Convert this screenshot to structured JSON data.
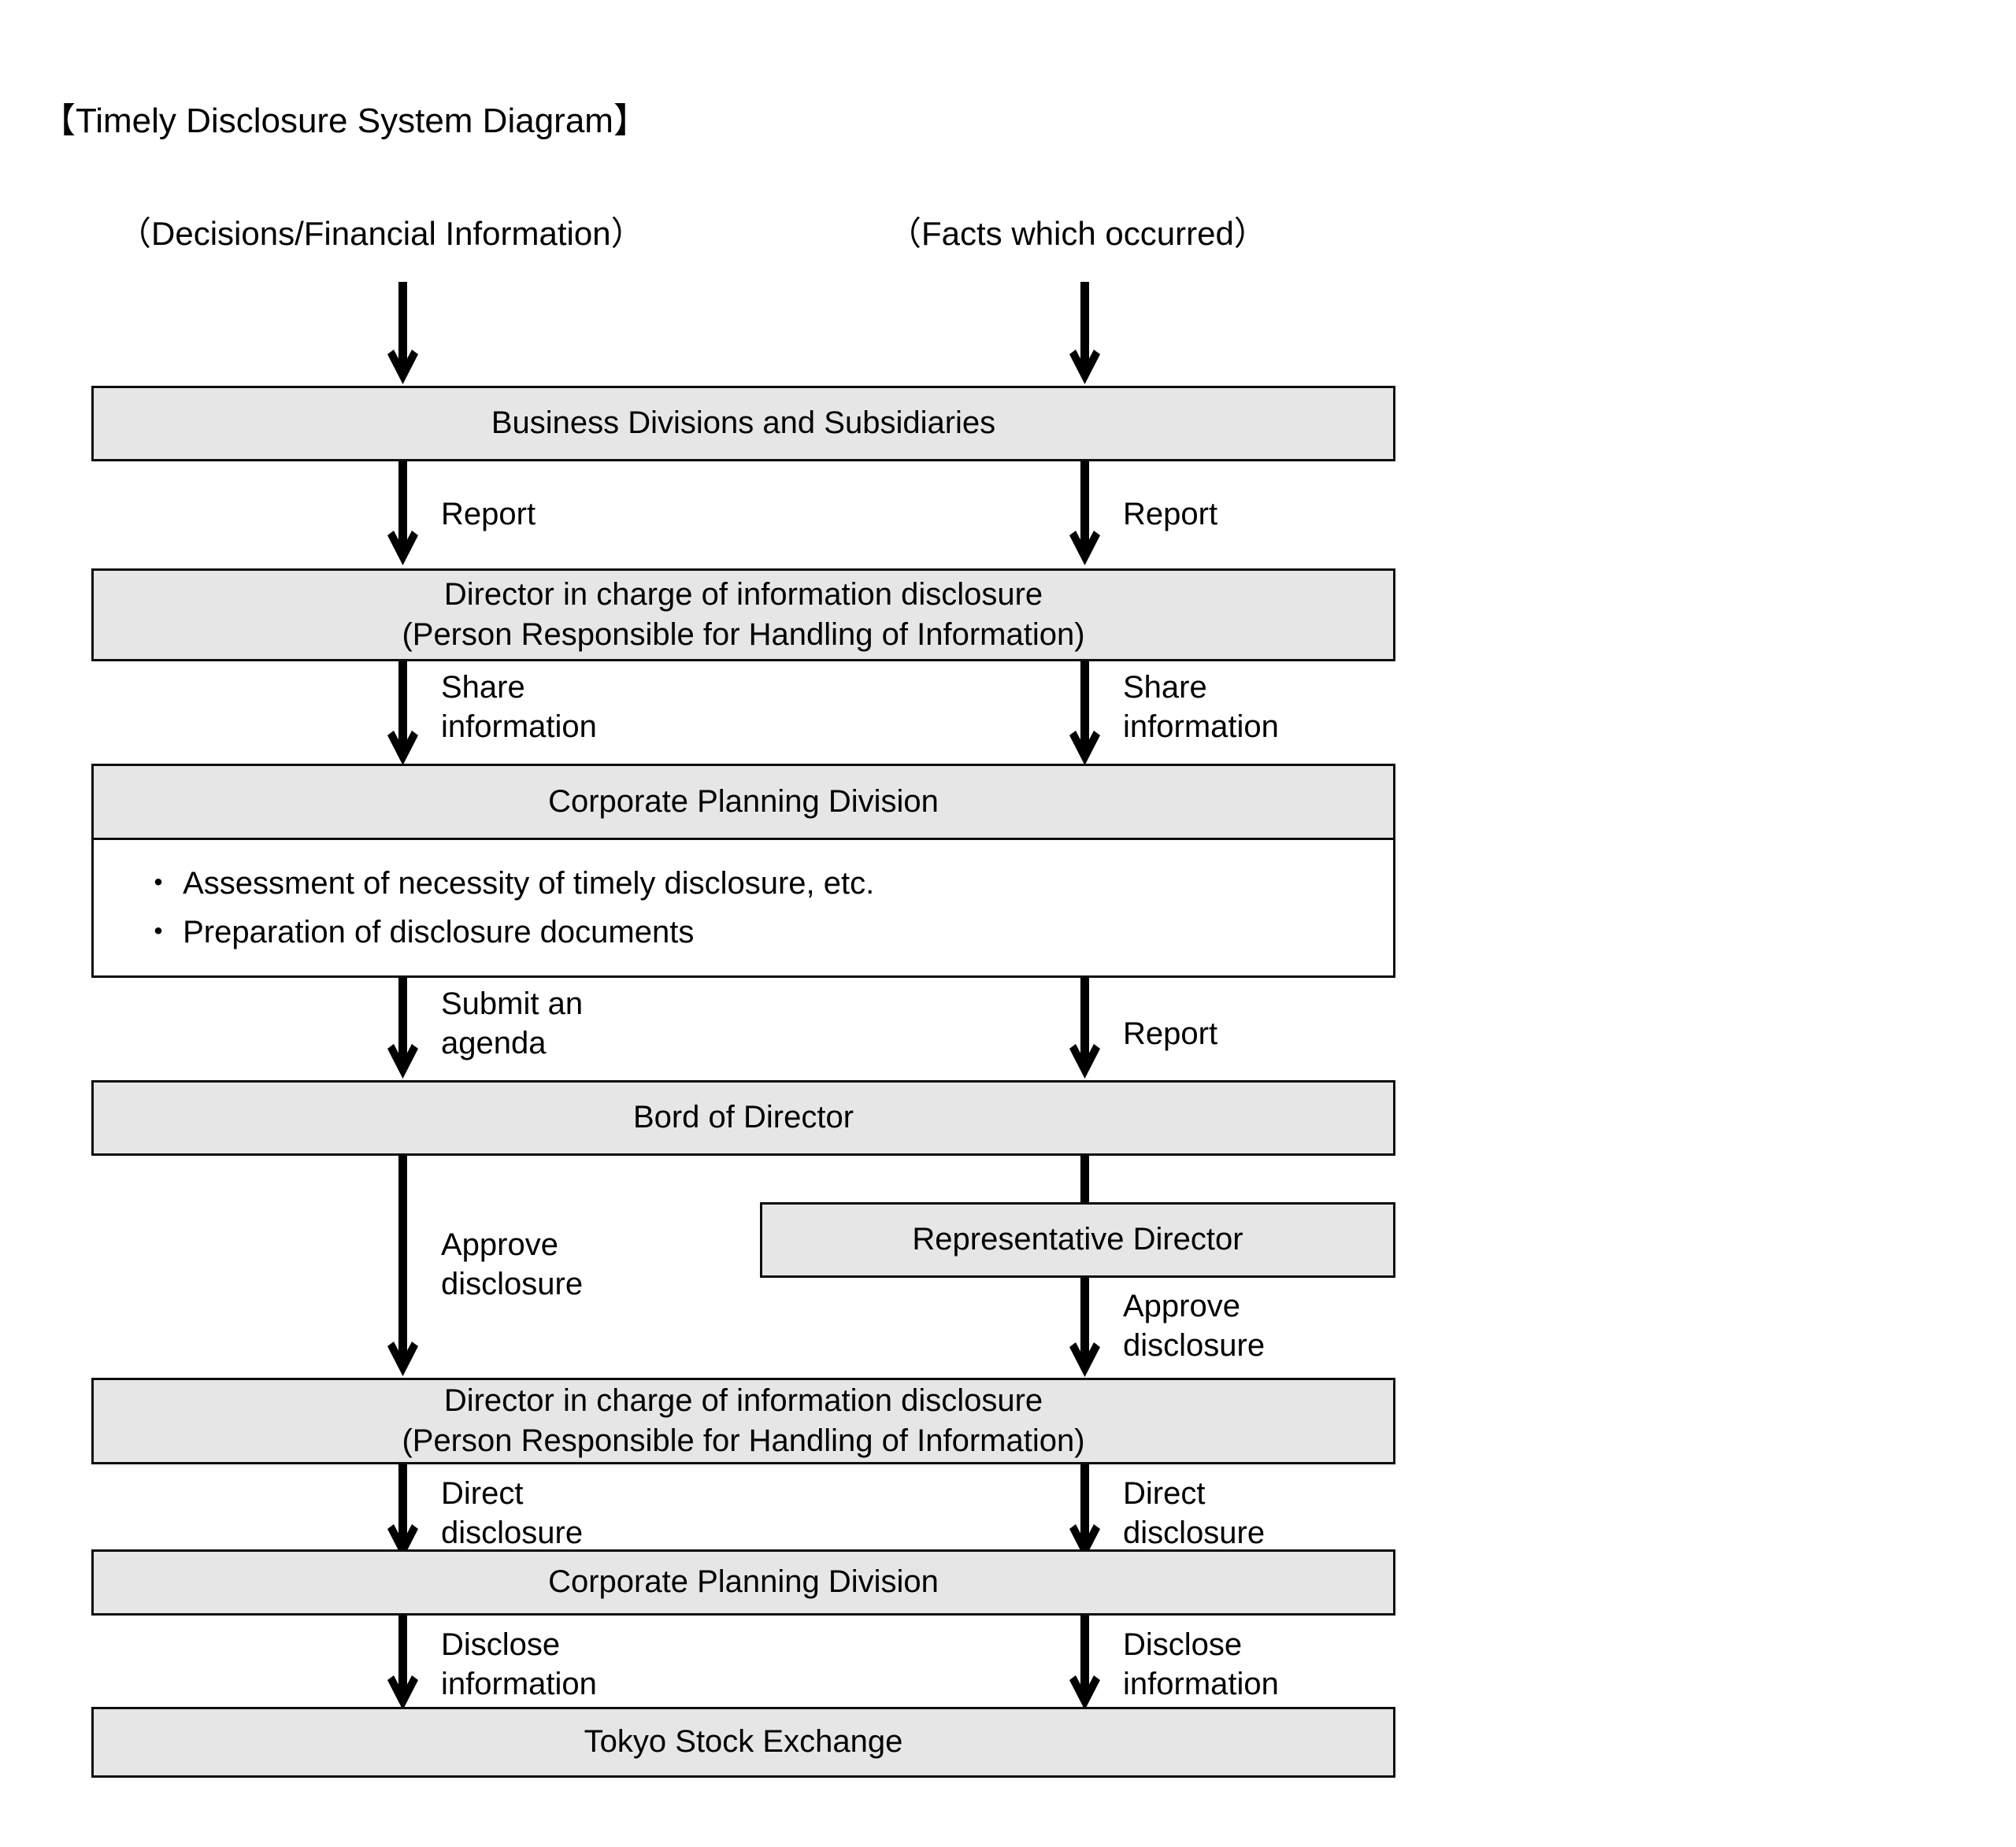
{
  "title": "【Timely Disclosure System Diagram】",
  "sources": [
    {
      "id": "left-source",
      "label": "（Decisions/Financial Information）"
    },
    {
      "id": "right-source",
      "label": "（Facts which occurred）"
    }
  ],
  "nodes": [
    {
      "id": "business-divisions",
      "label": "Business Divisions and Subsidiaries"
    },
    {
      "id": "director-disclosure-1",
      "line1": "Director in charge of information disclosure",
      "line2": "(Person Responsible for Handling of Information)"
    },
    {
      "id": "corporate-planning-1",
      "header": "Corporate Planning Division",
      "bullets": [
        "・ Assessment of necessity of timely disclosure, etc.",
        "・ Preparation of disclosure documents"
      ]
    },
    {
      "id": "board-of-director",
      "label": "Bord of Director"
    },
    {
      "id": "representative-director",
      "label": "Representative Director"
    },
    {
      "id": "director-disclosure-2",
      "line1": "Director in charge of information disclosure",
      "line2": "(Person Responsible for Handling of Information)"
    },
    {
      "id": "corporate-planning-2",
      "label": "Corporate Planning Division"
    },
    {
      "id": "tokyo-stock-exchange",
      "label": "Tokyo Stock Exchange"
    }
  ],
  "edges": [
    {
      "id": "report-left",
      "label": "Report"
    },
    {
      "id": "report-right",
      "label": "Report"
    },
    {
      "id": "share-information-left",
      "line1": "Share",
      "line2": "information"
    },
    {
      "id": "share-information-right",
      "line1": "Share",
      "line2": "information"
    },
    {
      "id": "submit-agenda-left",
      "line1": "Submit an",
      "line2": "agenda"
    },
    {
      "id": "report-right-2",
      "label": "Report"
    },
    {
      "id": "approve-disclosure-left",
      "line1": "Approve",
      "line2": "disclosure"
    },
    {
      "id": "approve-disclosure-right",
      "line1": "Approve",
      "line2": "disclosure"
    },
    {
      "id": "direct-disclosure-left",
      "line1": "Direct",
      "line2": "disclosure"
    },
    {
      "id": "direct-disclosure-right",
      "line1": "Direct",
      "line2": "disclosure"
    },
    {
      "id": "disclose-information-left",
      "line1": "Disclose",
      "line2": "information"
    },
    {
      "id": "disclose-information-right",
      "line1": "Disclose",
      "line2": "information"
    }
  ],
  "colors": {
    "node_fill": "#e6e6e6",
    "node_border": "#0d0d0d",
    "body_fill": "#ffffff",
    "text": "#000000",
    "background": "#ffffff"
  }
}
